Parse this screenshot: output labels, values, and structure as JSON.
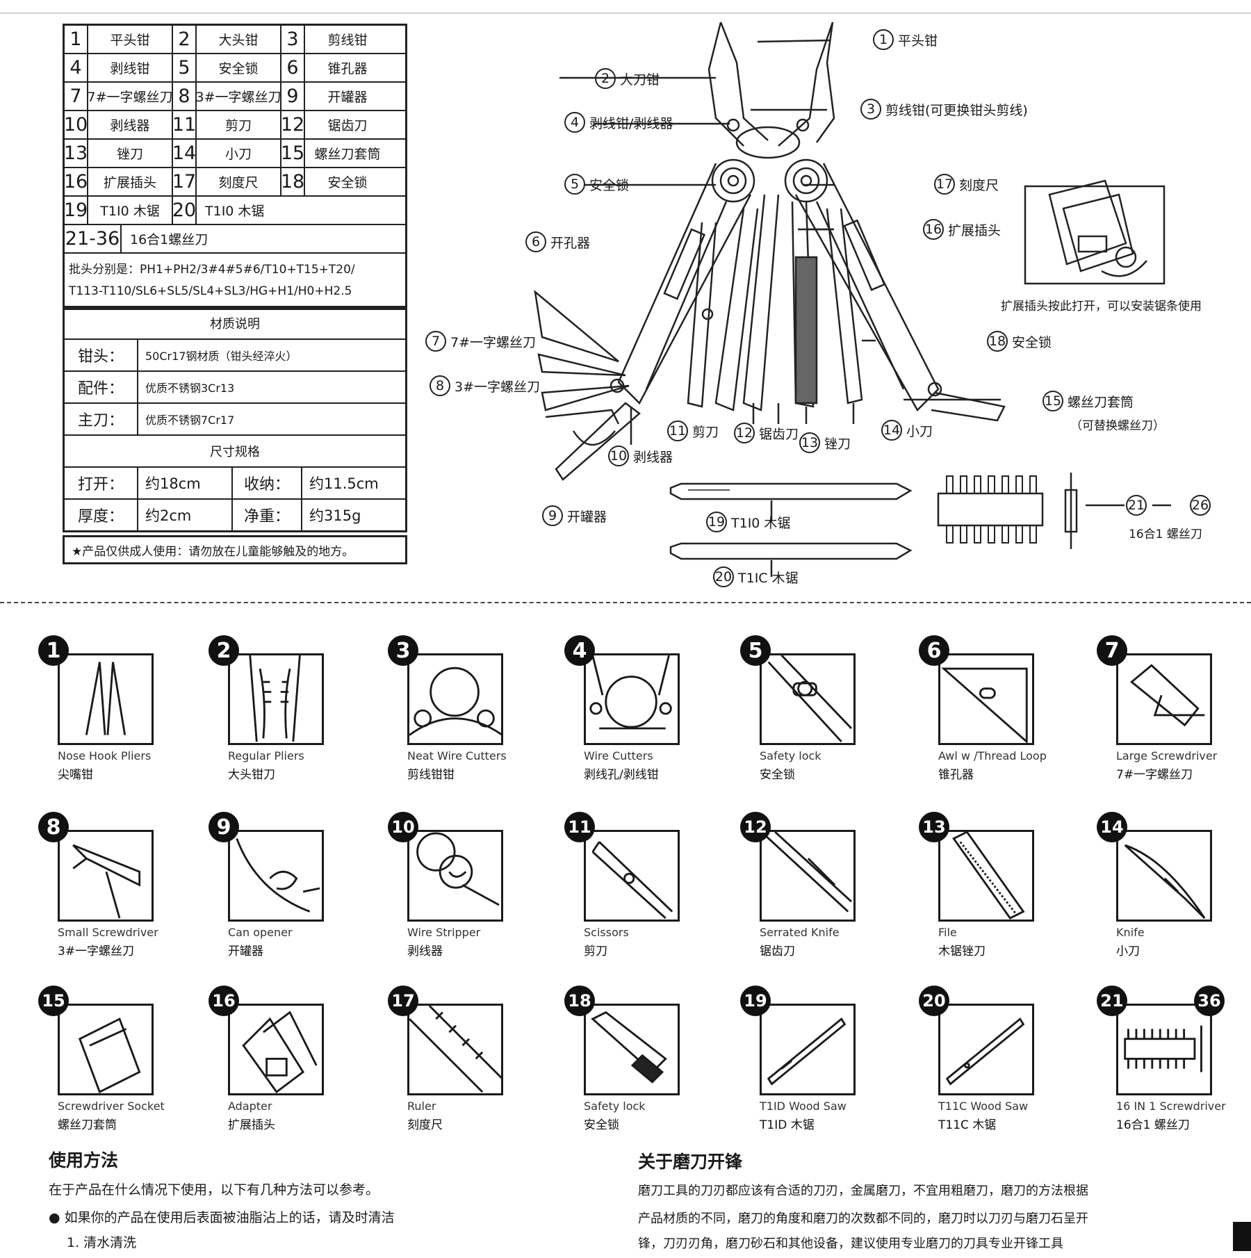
{
  "parts_table": {
    "rows": [
      [
        {
          "n": "1",
          "t": "平头钳"
        },
        {
          "n": "2",
          "t": "大头钳"
        },
        {
          "n": "3",
          "t": "剪线钳"
        }
      ],
      [
        {
          "n": "4",
          "t": "剥线钳"
        },
        {
          "n": "5",
          "t": "安全锁"
        },
        {
          "n": "6",
          "t": "锥孔器"
        }
      ],
      [
        {
          "n": "7",
          "t": "7#一字螺丝刀"
        },
        {
          "n": "8",
          "t": "3#一字螺丝刀"
        },
        {
          "n": "9",
          "t": "开罐器"
        }
      ],
      [
        {
          "n": "10",
          "t": "剥线器"
        },
        {
          "n": "11",
          "t": "剪刀"
        },
        {
          "n": "12",
          "t": "锯齿刀"
        }
      ],
      [
        {
          "n": "13",
          "t": "锉刀"
        },
        {
          "n": "14",
          "t": "小刀"
        },
        {
          "n": "15",
          "t": "螺丝刀套筒"
        }
      ],
      [
        {
          "n": "16",
          "t": "扩展插头"
        },
        {
          "n": "17",
          "t": "刻度尺"
        },
        {
          "n": "18",
          "t": "安全锁"
        }
      ]
    ],
    "row19": {
      "n1": "19",
      "t1": "T1I0 木锯",
      "n2": "20",
      "t2": "T1I0 木锯"
    },
    "row21": {
      "n": "21-36",
      "t": "16合1螺丝刀"
    },
    "note_line1": "批头分别是：PH1+PH2/3#4#5#6/T10+T15+T20/",
    "note_line2": "T113-T110/SL6+SL5/SL4+SL3/HG+H1/H0+H2.5"
  },
  "spec_table": {
    "title": "材质说明",
    "rows": [
      {
        "k": "钳头：",
        "v": "50Cr17钢材质（钳头经淬火）"
      },
      {
        "k": "配件：",
        "v": "优质不锈钢3Cr13"
      },
      {
        "k": "主刀：",
        "v": "优质不锈钢7Cr17"
      }
    ],
    "size_title": "尺寸规格",
    "size_rows": [
      {
        "k1": "打开：",
        "v1": "约18cm",
        "k2": "收纳：",
        "v2": "约11.5cm"
      },
      {
        "k1": "厚度：",
        "v1": "约2cm",
        "k2": "净重：",
        "v2": "约315g"
      }
    ]
  },
  "footnote": "★产品仅供成人使用：请勿放在儿童能够触及的地方。",
  "diagram": {
    "callouts": [
      {
        "n": "1",
        "t": "平头钳"
      },
      {
        "n": "2",
        "t": "大刀钳"
      },
      {
        "n": "3",
        "t": "剪线钳(可更换钳头剪线)"
      },
      {
        "n": "4",
        "t": "剥线钳/剥线器"
      },
      {
        "n": "5",
        "t": "安全锁"
      },
      {
        "n": "6",
        "t": "开孔器"
      },
      {
        "n": "7",
        "t": "7#一字螺丝刀"
      },
      {
        "n": "8",
        "t": "3#一字螺丝刀"
      },
      {
        "n": "9",
        "t": "开罐器"
      },
      {
        "n": "10",
        "t": "剥线器"
      },
      {
        "n": "11",
        "t": "剪刀"
      },
      {
        "n": "12",
        "t": "锯齿刀"
      },
      {
        "n": "13",
        "t": "锉刀"
      },
      {
        "n": "14",
        "t": "小刀"
      },
      {
        "n": "15",
        "t": "螺丝刀套筒"
      },
      {
        "n": "16",
        "t": "扩展插头"
      },
      {
        "n": "17",
        "t": "刻度尺"
      },
      {
        "n": "18",
        "t": "安全锁"
      },
      {
        "n": "19",
        "t": "T1I0 木锯"
      },
      {
        "n": "20",
        "t": "T1IC 木锯"
      }
    ],
    "sheath_caption": "扩展插头按此打开，可以安装锯条使用",
    "sheath_note": "（可替换螺丝刀）",
    "bits_range_start": "21",
    "bits_range_end": "26",
    "bits_caption": "16合1 螺丝刀"
  },
  "tools": [
    {
      "n": "1",
      "en": "Nose Hook Pliers",
      "cn": "尖嘴钳"
    },
    {
      "n": "2",
      "en": "Regular Pliers",
      "cn": "大头钳刀"
    },
    {
      "n": "3",
      "en": "Neat Wire Cutters",
      "cn": "剪线钳钳"
    },
    {
      "n": "4",
      "en": "Wire Cutters",
      "cn": "剥线孔/剥线钳"
    },
    {
      "n": "5",
      "en": "Safety lock",
      "cn": "安全锁"
    },
    {
      "n": "6",
      "en": "Awl w /Thread Loop",
      "cn": "锥孔器"
    },
    {
      "n": "7",
      "en": "Large Screwdriver",
      "cn": "7#一字螺丝刀"
    },
    {
      "n": "8",
      "en": "Small Screwdriver",
      "cn": "3#一字螺丝刀"
    },
    {
      "n": "9",
      "en": "Can opener",
      "cn": "开罐器"
    },
    {
      "n": "10",
      "en": "Wire Stripper",
      "cn": "剥线器"
    },
    {
      "n": "11",
      "en": "Scissors",
      "cn": "剪刀"
    },
    {
      "n": "12",
      "en": "Serrated Knife",
      "cn": "锯齿刀"
    },
    {
      "n": "13",
      "en": "File",
      "cn": "木锯锉刀"
    },
    {
      "n": "14",
      "en": "Knife",
      "cn": "小刀"
    },
    {
      "n": "15",
      "en": "Screwdriver Socket",
      "cn": "螺丝刀套筒"
    },
    {
      "n": "16",
      "en": "Adapter",
      "cn": "扩展插头"
    },
    {
      "n": "17",
      "en": "Ruler",
      "cn": "刻度尺"
    },
    {
      "n": "18",
      "en": "Safety lock",
      "cn": "安全锁"
    },
    {
      "n": "19",
      "en": "T1ID Wood Saw",
      "cn": "T1ID 木锯"
    },
    {
      "n": "20",
      "en": "T11C Wood Saw",
      "cn": "T11C 木锯"
    },
    {
      "n": "21",
      "n2": "36",
      "en": "16 IN 1 Screwdriver",
      "cn": "16合1 螺丝刀"
    }
  ],
  "usage": {
    "title": "使用方法",
    "line1": "在于产品在什么情况下使用，以下有几种方法可以参考。",
    "bullet": "如果你的产品在使用后表面被油脂沾上的话，请及时清洁",
    "item1": "1. 清水清洗"
  },
  "blade": {
    "title": "关于磨刀开锋",
    "line1": "磨刀工具的刀刃都应该有合适的刀刃，金属磨刀，不宜用粗磨刀，磨刀的方法根据",
    "line2": "产品材质的不同，磨刀的角度和磨刀的次数都不同的，磨刀时以刀刃与磨刀石呈开",
    "line3": "锋，刀刃刃角，磨刀砂石和其他设备，建议使用专业磨刀的刀具专业开锋工具"
  }
}
